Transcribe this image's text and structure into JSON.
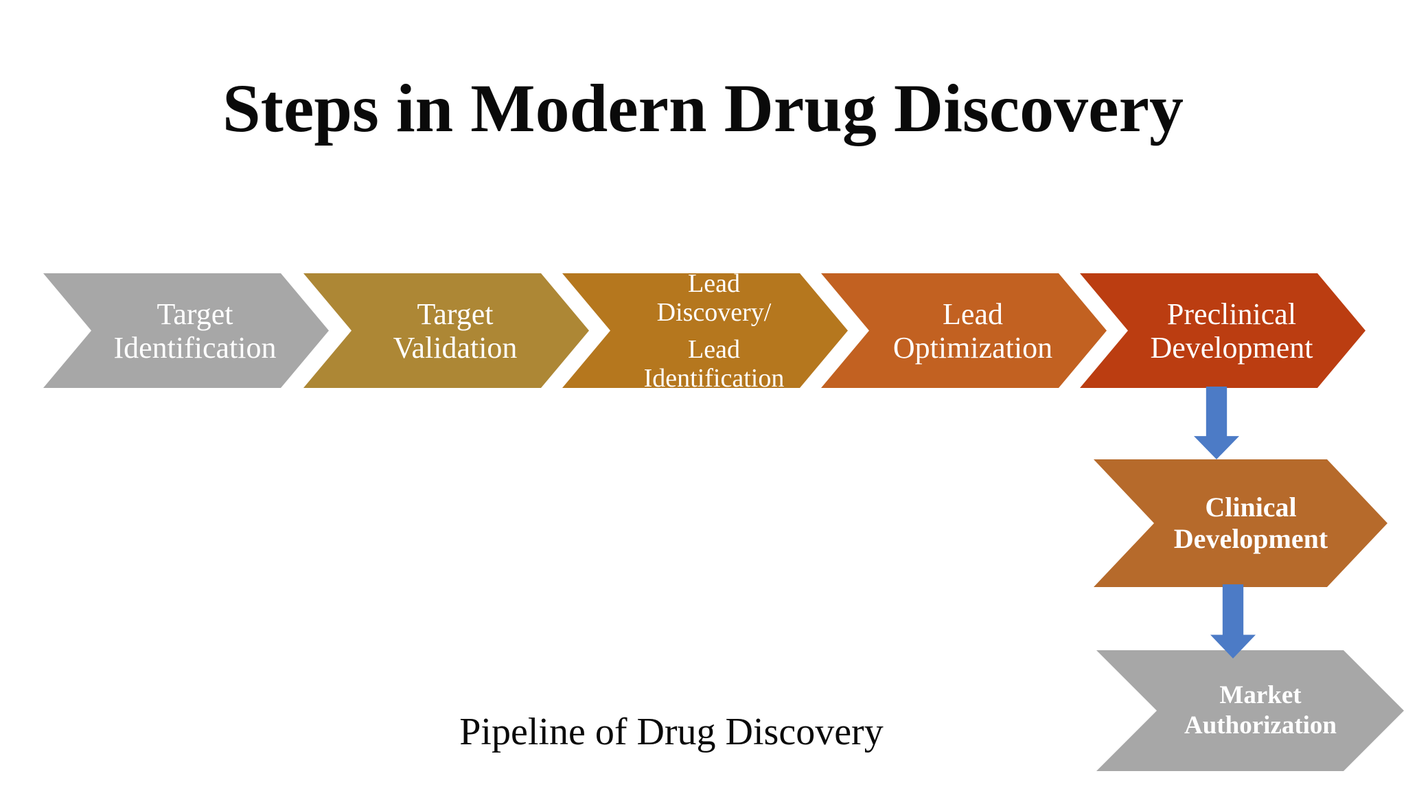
{
  "title": "Steps in Modern Drug Discovery",
  "caption": "Pipeline of Drug Discovery",
  "colors": {
    "arrow_blue": "#4c7bc6",
    "background": "#ffffff",
    "label_text": "#ffffff",
    "heading_text": "#0a0a0a"
  },
  "pipeline": {
    "steps": [
      {
        "label": "Target Identification",
        "lines": [
          "Target",
          "Identification"
        ],
        "color": "#a7a7a7"
      },
      {
        "label": "Target Validation",
        "lines": [
          "Target",
          "Validation"
        ],
        "color": "#ad8735"
      },
      {
        "label": "Lead Discovery/ Lead Identification",
        "lines": [
          "Lead",
          "Discovery/",
          "Lead",
          "Identification"
        ],
        "color": "#b5771e"
      },
      {
        "label": "Lead Optimization",
        "lines": [
          "Lead",
          "Optimization"
        ],
        "color": "#c26121"
      },
      {
        "label": "Preclinical Development",
        "lines": [
          "Preclinical",
          "Development"
        ],
        "color": "#bb3d11"
      }
    ],
    "branch_steps": [
      {
        "label": "Clinical Development",
        "lines": [
          "Clinical",
          "Development"
        ],
        "color": "#b66a2b"
      },
      {
        "label": "Market Authorization",
        "lines": [
          "Market",
          "Authorization"
        ],
        "color": "#a7a7a7"
      }
    ]
  }
}
